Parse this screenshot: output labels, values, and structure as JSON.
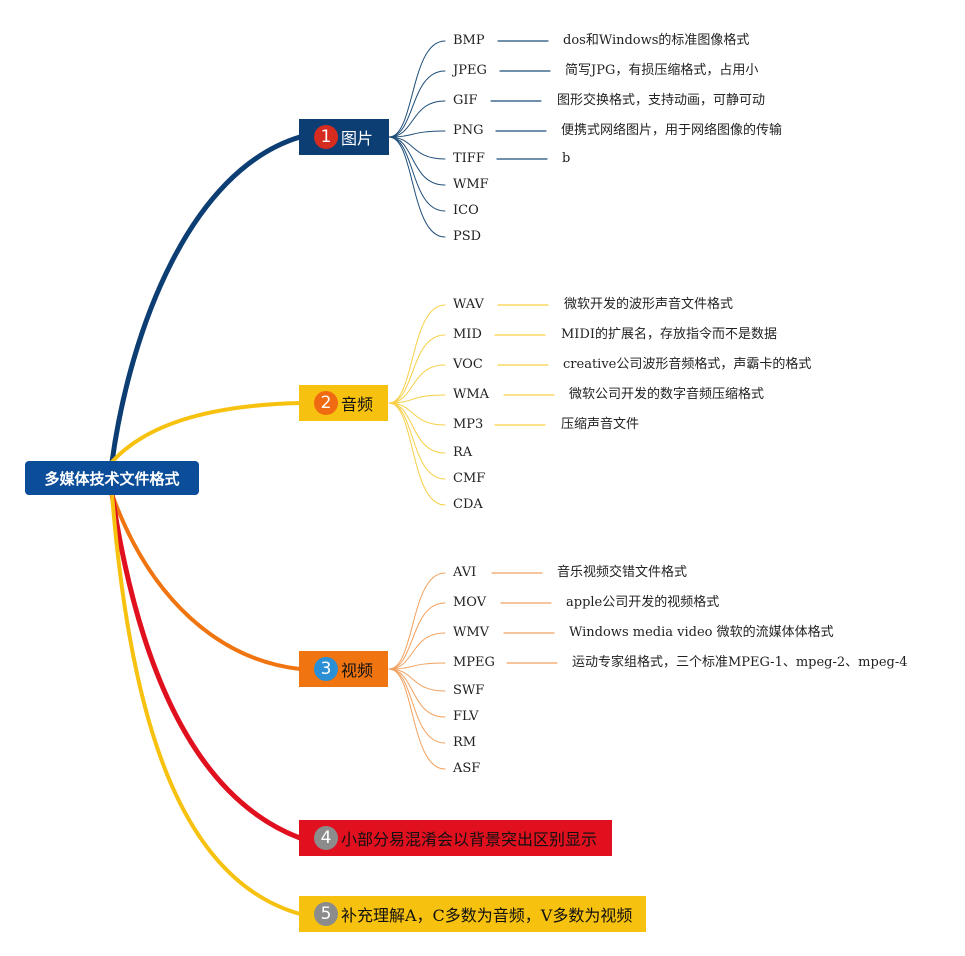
{
  "root": {
    "label": "多媒体技术文件格式"
  },
  "branches": [
    {
      "num": "1",
      "label": "图片",
      "color": "#0c3d73",
      "badge_color": "#d62b1f",
      "text_color": "#ffffff"
    },
    {
      "num": "2",
      "label": "音频",
      "color": "#f7c10f",
      "badge_color": "#ef6a11",
      "text_color": "#111111"
    },
    {
      "num": "3",
      "label": "视频",
      "color": "#f07511",
      "badge_color": "#2b8fd6",
      "text_color": "#111111"
    },
    {
      "num": "4",
      "label": "小部分易混淆会以背景突出区别显示",
      "color": "#e0101f",
      "badge_color": "#8c8c8c",
      "text_color": "#111111"
    },
    {
      "num": "5",
      "label": "补充理解A，C多数为音频，V多数为视频",
      "color": "#f7c10f",
      "badge_color": "#8c8c8c",
      "text_color": "#111111"
    }
  ],
  "image_items": [
    {
      "name": "BMP",
      "desc": "dos和Windows的标准图像格式"
    },
    {
      "name": "JPEG",
      "desc": "简写JPG，有损压缩格式，占用小"
    },
    {
      "name": "GIF",
      "desc": "图形交换格式，支持动画，可静可动"
    },
    {
      "name": "PNG",
      "desc": "便携式网络图片，用于网络图像的传输"
    },
    {
      "name": "TIFF",
      "desc": "b"
    },
    {
      "name": "WMF",
      "desc": ""
    },
    {
      "name": "ICO",
      "desc": ""
    },
    {
      "name": "PSD",
      "desc": ""
    }
  ],
  "audio_items": [
    {
      "name": "WAV",
      "desc": "微软开发的波形声音文件格式"
    },
    {
      "name": "MID",
      "desc": "MIDI的扩展名，存放指令而不是数据"
    },
    {
      "name": "VOC",
      "desc": "creative公司波形音频格式，声霸卡的格式"
    },
    {
      "name": "WMA",
      "desc": "微软公司开发的数字音频压缩格式"
    },
    {
      "name": "MP3",
      "desc": "压缩声音文件"
    },
    {
      "name": "RA",
      "desc": ""
    },
    {
      "name": "CMF",
      "desc": ""
    },
    {
      "name": "CDA",
      "desc": ""
    }
  ],
  "video_items": [
    {
      "name": "AVI",
      "desc": "音乐视频交错文件格式"
    },
    {
      "name": "MOV",
      "desc": "apple公司开发的视频格式"
    },
    {
      "name": "WMV",
      "desc": "Windows media video 微软的流媒体体格式"
    },
    {
      "name": "MPEG",
      "desc": "运动专家组格式，三个标准MPEG-1、mpeg-2、mpeg-4"
    },
    {
      "name": "SWF",
      "desc": ""
    },
    {
      "name": "FLV",
      "desc": ""
    },
    {
      "name": "RM",
      "desc": ""
    },
    {
      "name": "ASF",
      "desc": ""
    }
  ],
  "connector_colors": {
    "image": "#1f4e79",
    "audio": "#f7cf45",
    "video": "#f2a15f"
  }
}
